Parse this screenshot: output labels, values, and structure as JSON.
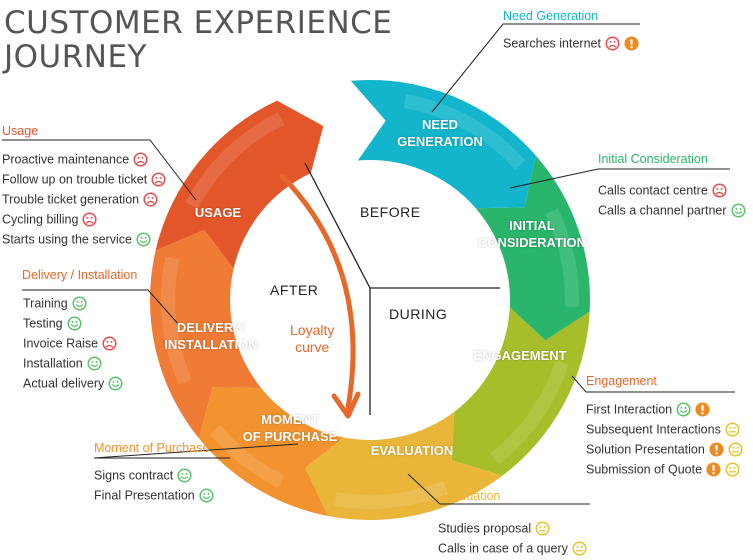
{
  "title": {
    "line1": "CUSTOMER EXPERIENCE",
    "line2": "JOURNEY"
  },
  "colors": {
    "need_generation": "#12b5cb",
    "initial_consideration": "#29b56b",
    "engagement": "#a8bd2a",
    "evaluation": "#e9b63a",
    "moment_of_purchase": "#f2932f",
    "delivery_installation": "#ef7b34",
    "usage": "#e3562a",
    "loyalty": "#e8682a"
  },
  "stages": {
    "need_generation": {
      "line1": "NEED",
      "line2": "GENERATION"
    },
    "initial_consideration": {
      "line1": "INITIAL",
      "line2": "CONSIDERATION"
    },
    "engagement": {
      "line1": "ENGAGEMENT"
    },
    "evaluation": {
      "line1": "EVALUATION"
    },
    "moment_of_purchase": {
      "line1": "MOMENT",
      "line2": "OF PURCHASE"
    },
    "delivery_installation": {
      "line1": "DELIVERY/",
      "line2": "INSTALLATION"
    },
    "usage": {
      "line1": "USAGE"
    }
  },
  "center": {
    "before": "BEFORE",
    "during": "DURING",
    "after": "AFTER",
    "loyalty_line1": "Loyalty",
    "loyalty_line2": "curve"
  },
  "panels": {
    "need_generation": {
      "heading": "Need Generation",
      "items": [
        {
          "text": "Searches internet",
          "icons": [
            "sad-icon",
            "alert-icon"
          ]
        }
      ]
    },
    "initial_consideration": {
      "heading": "Initial Consideration",
      "items": [
        {
          "text": "Calls contact centre",
          "icons": [
            "sad-icon"
          ]
        },
        {
          "text": "Calls a channel partner",
          "icons": [
            "happy-icon"
          ]
        }
      ]
    },
    "engagement": {
      "heading": "Engagement",
      "items": [
        {
          "text": "First Interaction",
          "icons": [
            "happy-icon",
            "alert-icon"
          ]
        },
        {
          "text": "Subsequent Interactions",
          "icons": [
            "neutral-icon"
          ]
        },
        {
          "text": "Solution Presentation",
          "icons": [
            "alert-icon",
            "neutral-icon"
          ]
        },
        {
          "text": "Submission of Quote",
          "icons": [
            "alert-icon",
            "neutral-icon"
          ]
        }
      ]
    },
    "evaluation": {
      "heading": "Evaluation",
      "items": [
        {
          "text": "Studies proposal",
          "icons": [
            "neutral-icon"
          ]
        },
        {
          "text": "Calls in case of a query",
          "icons": [
            "neutral-icon"
          ]
        }
      ]
    },
    "moment_of_purchase": {
      "heading": "Moment of Purchase",
      "items": [
        {
          "text": "Signs contract",
          "icons": [
            "happy-icon"
          ]
        },
        {
          "text": "Final Presentation",
          "icons": [
            "happy-icon"
          ]
        }
      ]
    },
    "delivery_installation": {
      "heading": "Delivery / Installation",
      "items": [
        {
          "text": "Training",
          "icons": [
            "happy-icon"
          ]
        },
        {
          "text": "Testing",
          "icons": [
            "happy-icon"
          ]
        },
        {
          "text": "Invoice Raise",
          "icons": [
            "sad-icon"
          ]
        },
        {
          "text": "Installation",
          "icons": [
            "happy-icon"
          ]
        },
        {
          "text": "Actual delivery",
          "icons": [
            "happy-icon"
          ]
        }
      ]
    },
    "usage": {
      "heading": "Usage",
      "items": [
        {
          "text": "Proactive maintenance",
          "icons": [
            "sad-icon"
          ]
        },
        {
          "text": "Follow up on trouble ticket",
          "icons": [
            "sad-icon"
          ]
        },
        {
          "text": "Trouble ticket generation",
          "icons": [
            "sad-icon"
          ]
        },
        {
          "text": "Cycling billing",
          "icons": [
            "sad-icon"
          ]
        },
        {
          "text": "Starts using the service",
          "icons": [
            "happy-icon"
          ]
        }
      ]
    }
  }
}
